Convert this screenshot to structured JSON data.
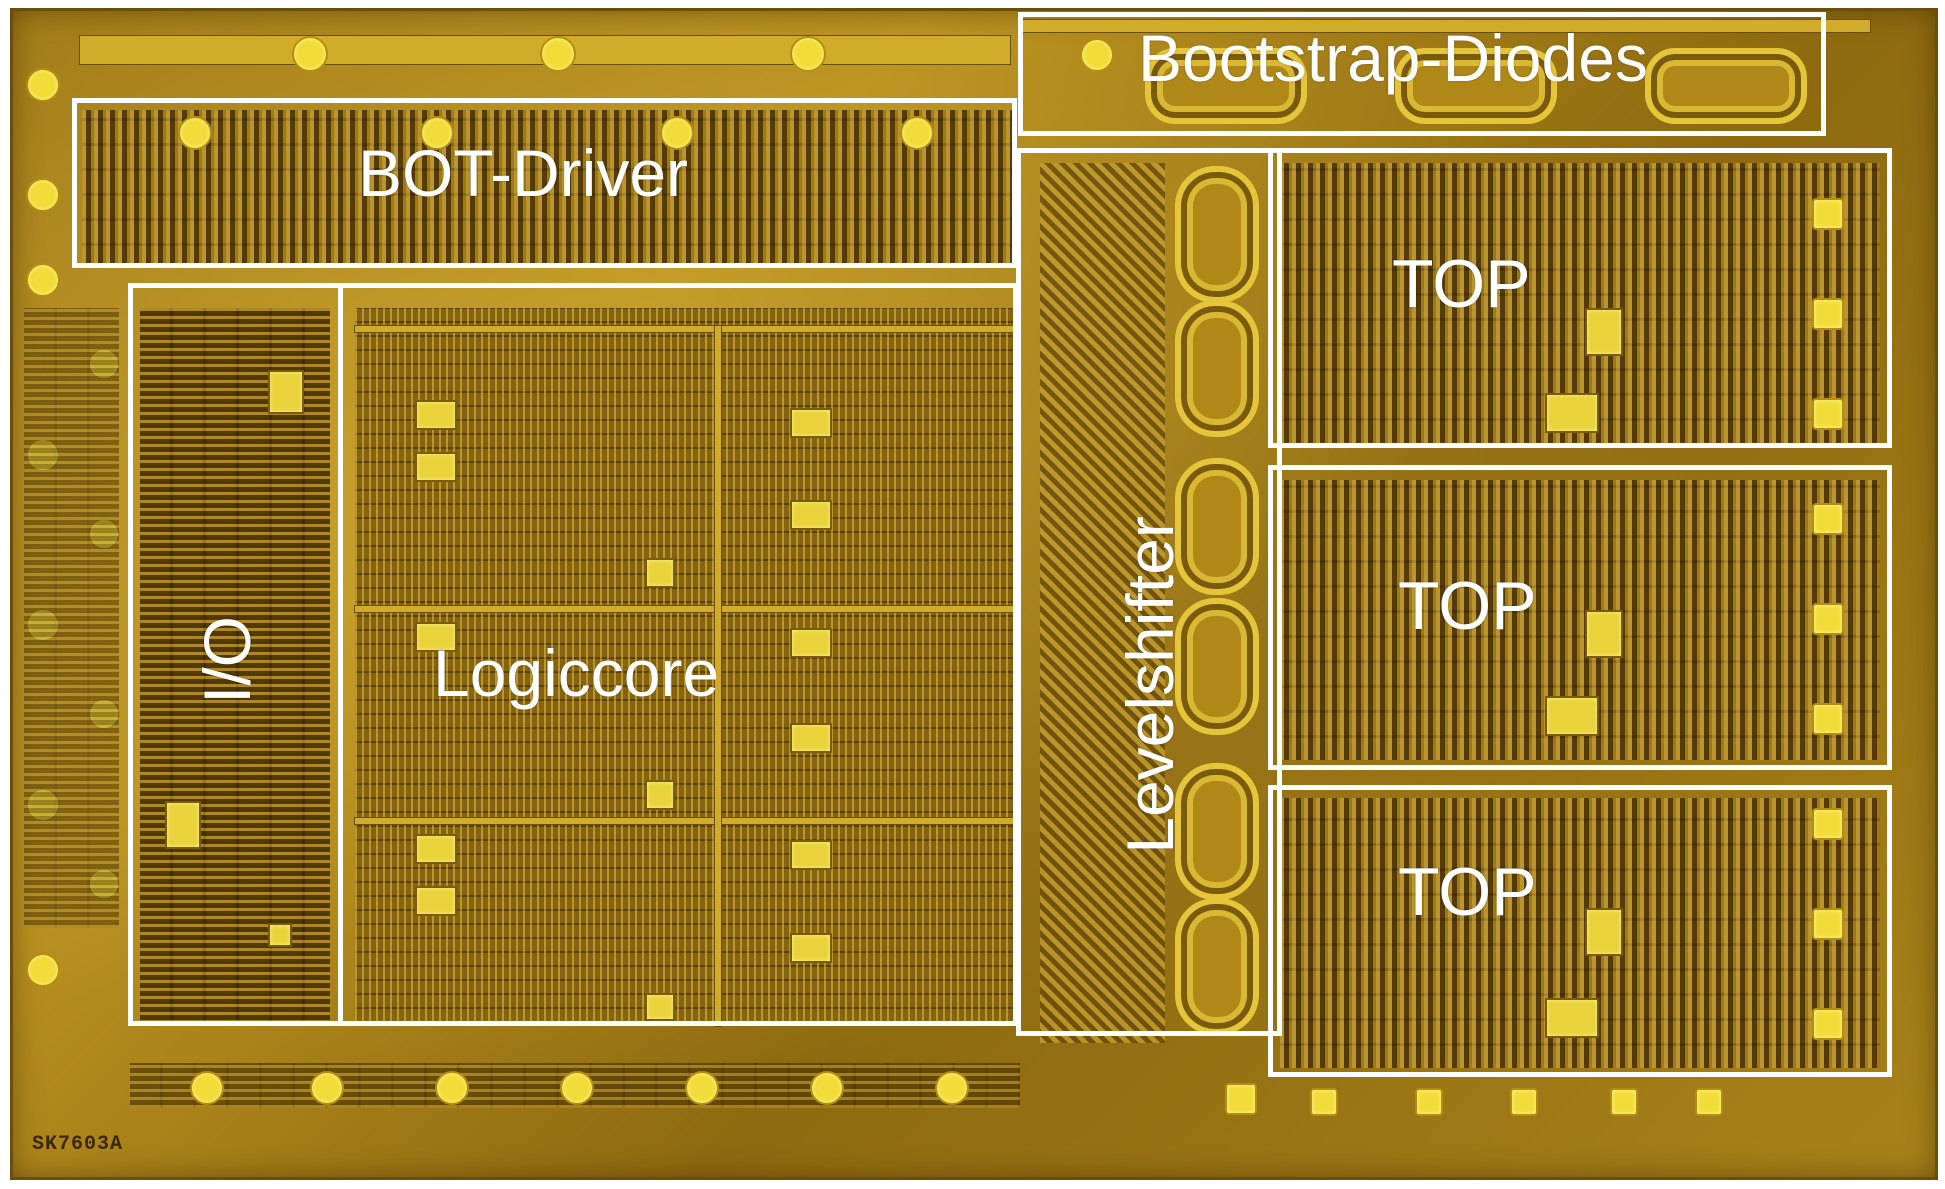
{
  "image": {
    "subject": "die-photo",
    "colors": {
      "substrate": "#a07a18",
      "metal": "#e5c63a",
      "annotation": "#ffffff"
    }
  },
  "labels": {
    "bootstrap": "Bootstrap-Diodes",
    "bot_driver": "BOT-Driver",
    "io": "I/O",
    "logiccore": "Logiccore",
    "levelshifter": "Levelshifter",
    "top1": "TOP",
    "top2": "TOP",
    "top3": "TOP"
  },
  "chip_marking": "SK7603A"
}
